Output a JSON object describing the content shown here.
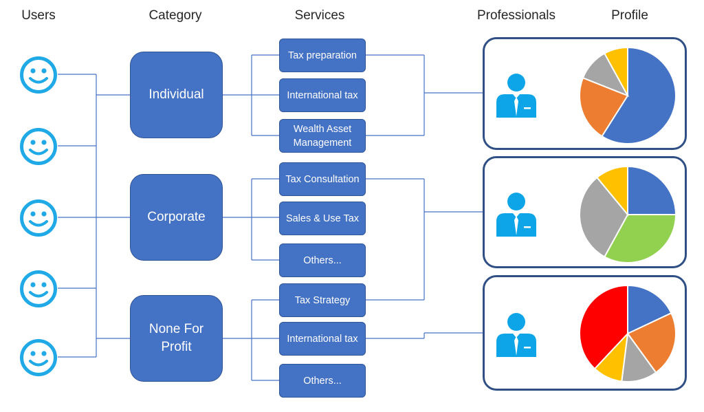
{
  "headers": {
    "users": "Users",
    "category": "Category",
    "services": "Services",
    "professionals": "Professionals",
    "profile": "Profile"
  },
  "categories": [
    {
      "label": "Individual"
    },
    {
      "label": "Corporate"
    },
    {
      "label": "None For Profit"
    }
  ],
  "services": [
    {
      "label": "Tax preparation"
    },
    {
      "label": "International tax"
    },
    {
      "label": "Wealth Asset Management"
    },
    {
      "label": "Tax Consultation"
    },
    {
      "label": "Sales & Use Tax"
    },
    {
      "label": "Others..."
    },
    {
      "label": "Tax Strategy"
    },
    {
      "label": "International tax"
    },
    {
      "label": "Others..."
    }
  ],
  "icons": {
    "user": "smiley-face-icon",
    "professional": "professional-person-icon"
  },
  "colors": {
    "box_fill": "#4472c4",
    "box_border": "#2f5597",
    "connector": "#4472c4",
    "smiley": "#1fa9e6",
    "person": "#0ea5e8",
    "profile_border": "#2f4f85"
  },
  "chart_data": [
    {
      "type": "pie",
      "title": "",
      "slices": [
        {
          "value": 59,
          "color": "#4472c4"
        },
        {
          "value": 22,
          "color": "#ed7d31"
        },
        {
          "value": 11,
          "color": "#a5a5a5"
        },
        {
          "value": 8,
          "color": "#ffc000"
        }
      ]
    },
    {
      "type": "pie",
      "title": "",
      "slices": [
        {
          "value": 25,
          "color": "#4472c4"
        },
        {
          "value": 33,
          "color": "#92d050"
        },
        {
          "value": 31,
          "color": "#a5a5a5"
        },
        {
          "value": 11,
          "color": "#ffc000"
        }
      ]
    },
    {
      "type": "pie",
      "title": "",
      "slices": [
        {
          "value": 18,
          "color": "#4472c4"
        },
        {
          "value": 22,
          "color": "#ed7d31"
        },
        {
          "value": 12,
          "color": "#a5a5a5"
        },
        {
          "value": 10,
          "color": "#ffc000"
        },
        {
          "value": 38,
          "color": "#ff0000"
        }
      ]
    }
  ]
}
